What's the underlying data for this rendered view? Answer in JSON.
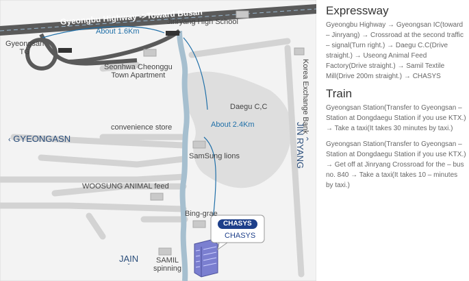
{
  "map": {
    "highway_label": "Gyeongbu Highway ->Toward Busan",
    "distance_1": "About 1.6Km",
    "distance_2": "About 2.4Km",
    "places": {
      "gyeongsan_tg": [
        "Gyeongsan",
        "TG"
      ],
      "jinryang_high": "Jinryang High School",
      "seonhwa": [
        "Seonhwa Cheonggu",
        "Town  Apartment"
      ],
      "daegu_cc": "Daegu C,C",
      "convenience": "convenience store",
      "samsung": "SamSung lions",
      "woosung": "WOOSUNG ANIMAL feed",
      "binggrae": "Bing-grae",
      "samil": [
        "SAMIL",
        "spinning"
      ],
      "korea_bank": "Korea Exchange Bank"
    },
    "directions": {
      "west": "GYEONGASN",
      "east": "JIN RYANG",
      "south": "JAIN"
    },
    "chasys_logo": "CHASYS",
    "chasys_label": "CHASYS"
  },
  "colors": {
    "highway": "#5a5a5a",
    "river": "#a6bfcf",
    "roads": "#d2d2d2",
    "golf": "#dedede",
    "route": "#1f6fa8"
  },
  "directions_panel": {
    "expressway": {
      "title": "Expressway",
      "body": "Gyeongbu Highway → Gyeongsan IC(toward – Jinryang) →  Crossroad at the second traffic – signal(Turn right.) → Daegu C.C(Drive straight.) → Useong Animal Feed Factory(Drive straight.) → Samil Textile Mill(Drive 200m straight.) → CHASYS"
    },
    "train": {
      "title": "Train",
      "option1": "Gyeongsan Station(Transfer to Gyeongsan – Station at Dongdaegu Station if you use KTX.)  → Take a taxi(It takes 30 minutes by taxi.)",
      "option2": "Gyeongsan Station(Transfer to Gyeongsan – Station at Dongdaegu Station if you use KTX.)  →  Get off at Jinryang Crossroad for the – bus no. 840 → Take a taxi(It takes 10 – minutes by taxi.)"
    }
  }
}
